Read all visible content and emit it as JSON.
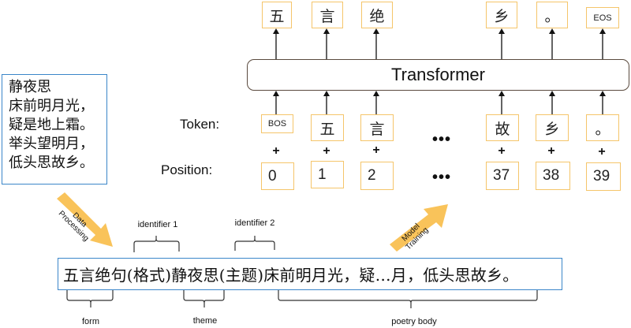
{
  "poem_box": {
    "lines": [
      "静夜思",
      "床前明月光，",
      "疑是地上霜。",
      "举头望明月，",
      "低头思故乡。"
    ]
  },
  "transformer": {
    "label": "Transformer"
  },
  "outputs": [
    "五",
    "言",
    "绝",
    "乡",
    "。",
    "EOS"
  ],
  "token_row": {
    "label": "Token:",
    "tokens": [
      "BOS",
      "五",
      "言",
      "故",
      "乡",
      "。"
    ]
  },
  "position_row": {
    "label": "Position:",
    "positions": [
      "0",
      "1",
      "2",
      "37",
      "38",
      "39"
    ]
  },
  "plus_sign": "+",
  "ellipsis": "•••",
  "arrows": {
    "data_processing": [
      "Data",
      "Processing"
    ],
    "model_training": [
      "Model",
      "Training"
    ]
  },
  "sequence": {
    "text": "五言绝句(格式)静夜思(主题)床前明月光，疑…月，低头思故乡。"
  },
  "annotations": {
    "identifier1": "identifier 1",
    "identifier2": "identifier 2",
    "form": "form",
    "theme": "theme",
    "poetry_body": "poetry body"
  },
  "colors": {
    "token_border": "#f5c56a",
    "seq_border": "#3b86c9",
    "arrow_fill": "#f9c35a",
    "transformer_border": "#5a4a3e"
  }
}
